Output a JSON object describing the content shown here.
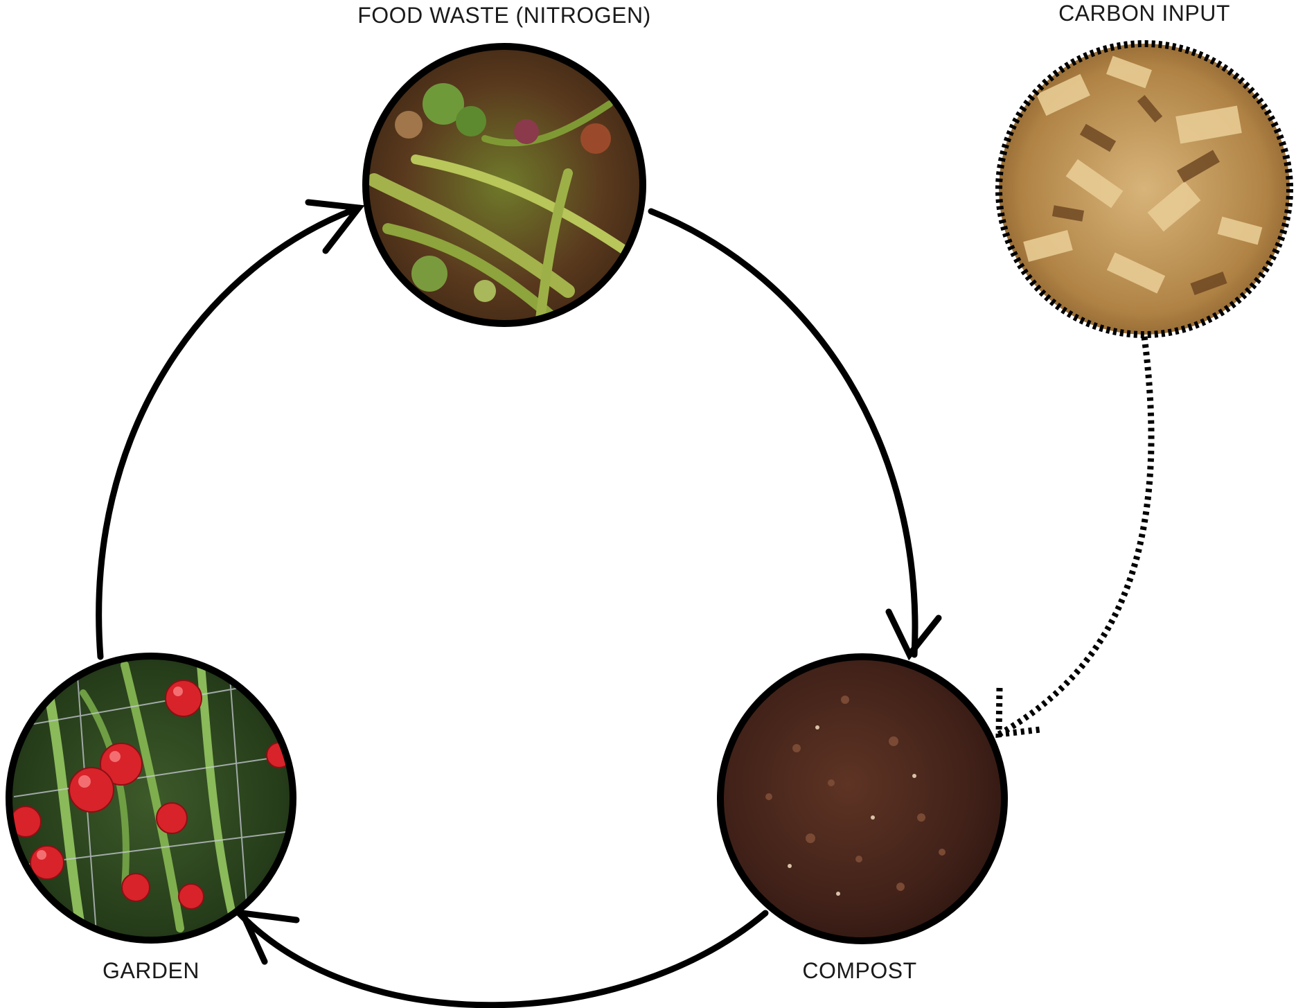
{
  "nodes": {
    "food_waste": {
      "label": "FOOD WASTE (NITROGEN)",
      "image": "food-scraps-photo"
    },
    "carbon": {
      "label": "CARBON INPUT",
      "image": "wood-chips-photo"
    },
    "compost": {
      "label": "COMPOST",
      "image": "compost-soil-photo"
    },
    "garden": {
      "label": "GARDEN",
      "image": "tomato-plants-photo"
    }
  },
  "colors": {
    "outline": "#000000",
    "background": "#ffffff"
  }
}
